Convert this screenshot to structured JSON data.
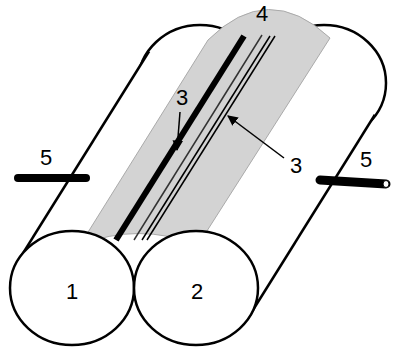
{
  "diagram": {
    "labels": [
      "4",
      "5",
      "3",
      "3",
      "5",
      "1",
      "2"
    ]
  }
}
